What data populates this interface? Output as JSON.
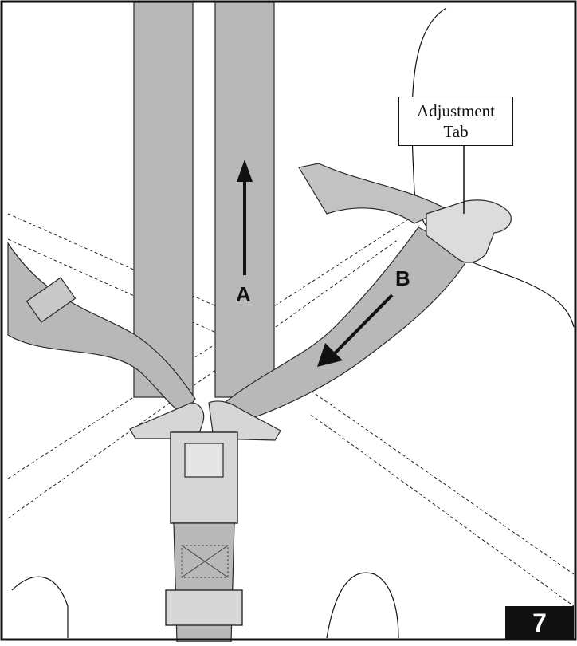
{
  "callout": {
    "line1": "Adjustment",
    "line2": "Tab"
  },
  "arrow_labels": {
    "a": "A",
    "b": "B"
  },
  "step_number": "7",
  "colors": {
    "strap_fill": "#b8b8b8",
    "strap_stroke": "#2a2a2a",
    "buckle_fill": "#d6d6d6",
    "line": "#111111",
    "background": "#ffffff",
    "badge": "#111111"
  }
}
